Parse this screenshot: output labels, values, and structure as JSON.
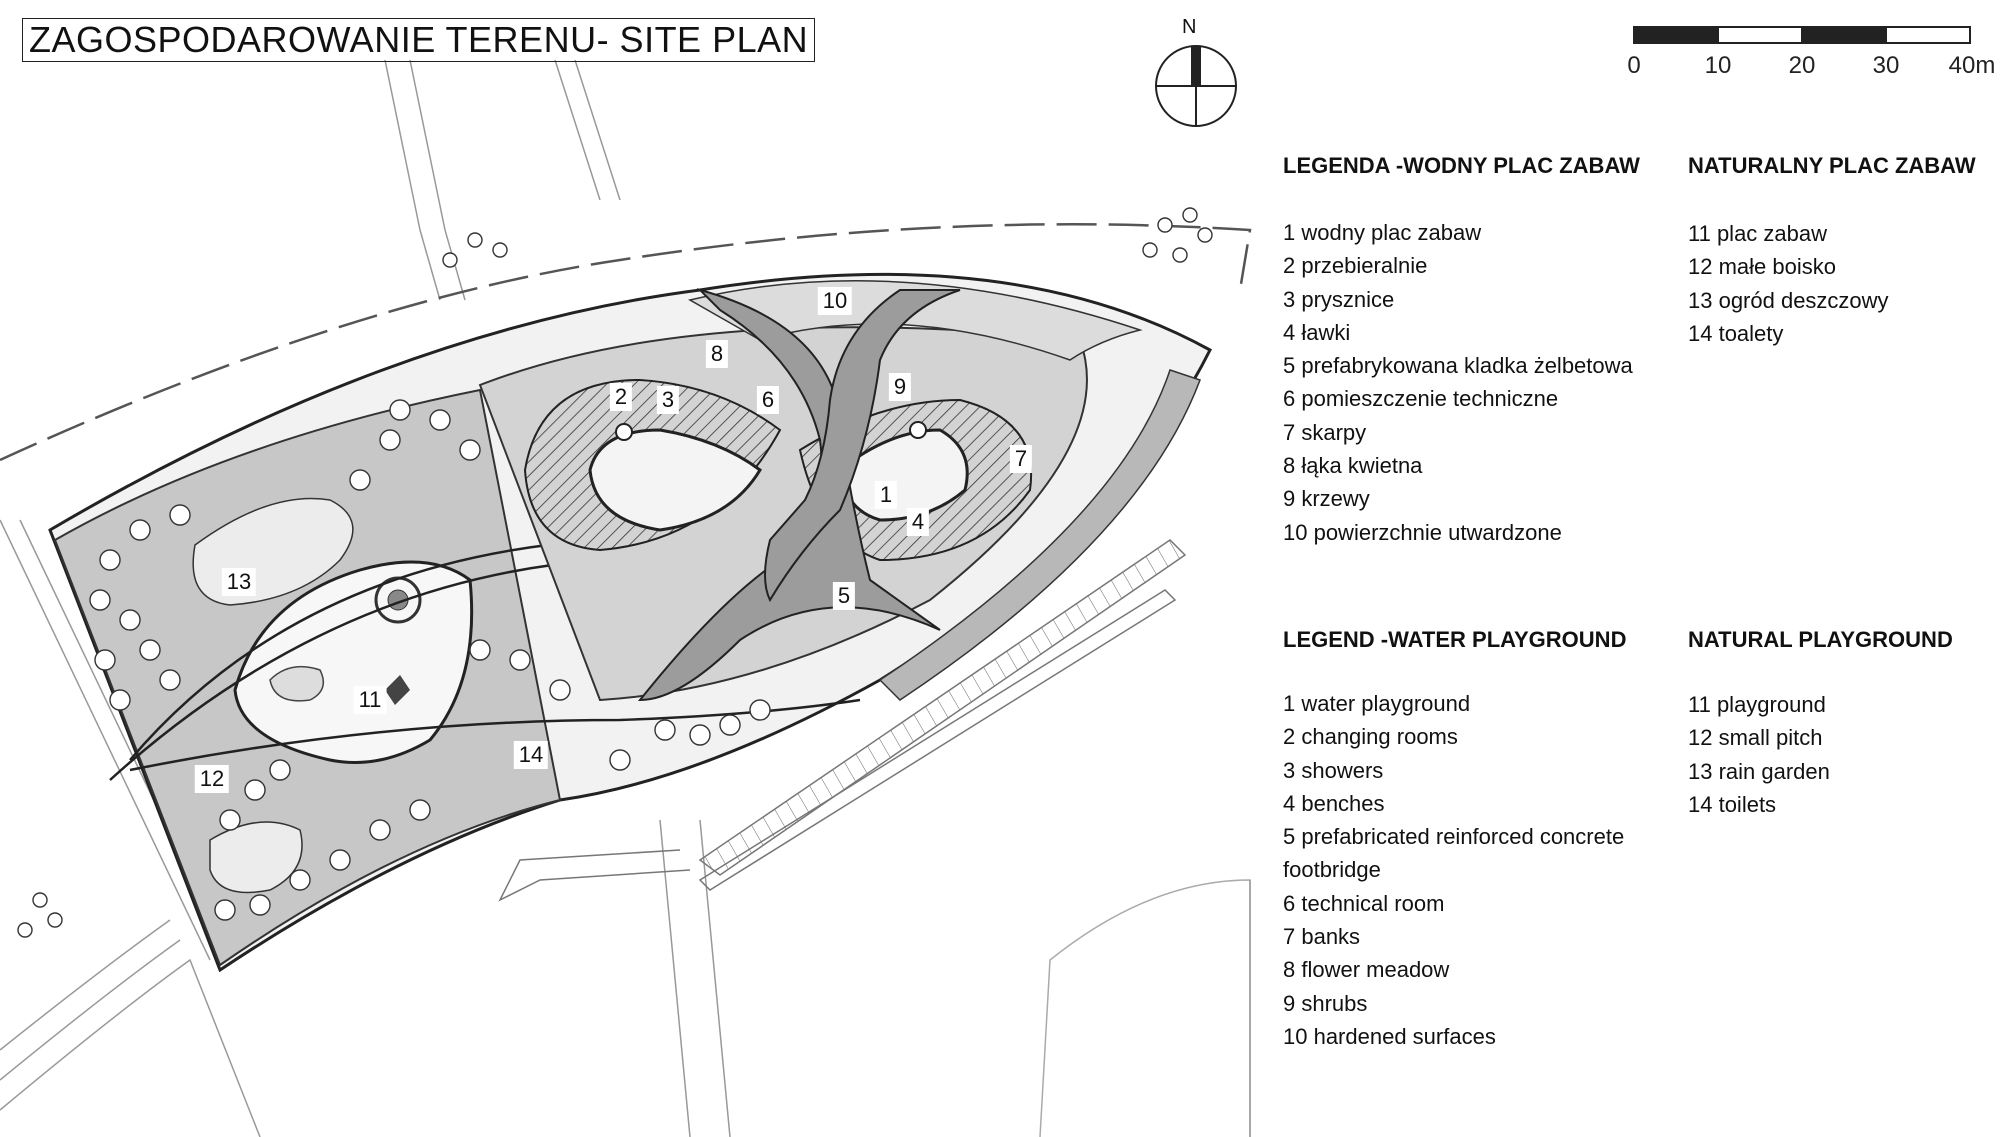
{
  "title": "ZAGOSPODAROWANIE TERENU- SITE PLAN",
  "compass": {
    "north_label": "N"
  },
  "scale_bar": {
    "labels": [
      "0",
      "10",
      "20",
      "30",
      "40m"
    ]
  },
  "legend_pl_water": {
    "heading": "LEGENDA -WODNY PLAC ZABAW",
    "items": [
      "1 wodny plac zabaw",
      "2 przebieralnie",
      "3 prysznice",
      "4 ławki",
      "5 prefabrykowana kladka żelbetowa",
      "6 pomieszczenie techniczne",
      "7 skarpy",
      "8 łąka kwietna",
      "9  krzewy",
      "10 powierzchnie utwardzone"
    ]
  },
  "legend_pl_natural": {
    "heading": "NATURALNY PLAC ZABAW",
    "items": [
      "11 plac zabaw",
      "12 małe boisko",
      "13 ogród deszczowy",
      "14 toalety"
    ]
  },
  "legend_en_water": {
    "heading": "LEGEND -WATER PLAYGROUND",
    "items": [
      "1 water playground",
      "2 changing rooms",
      "3 showers",
      "4 benches",
      "5 prefabricated reinforced concrete",
      "footbridge",
      "6 technical room",
      "7 banks",
      "8 flower meadow",
      "9 shrubs",
      "10 hardened surfaces"
    ]
  },
  "legend_en_natural": {
    "heading": "NATURAL PLAYGROUND",
    "items": [
      "11 playground",
      "12 small pitch",
      "13 rain garden",
      "14 toilets"
    ]
  },
  "plan_labels": {
    "n1": "1",
    "n2": "2",
    "n3": "3",
    "n4": "4",
    "n5": "5",
    "n6": "6",
    "n7": "7",
    "n8": "8",
    "n9": "9",
    "n10": "10",
    "n11": "11",
    "n12": "12",
    "n13": "13",
    "n14": "14"
  }
}
